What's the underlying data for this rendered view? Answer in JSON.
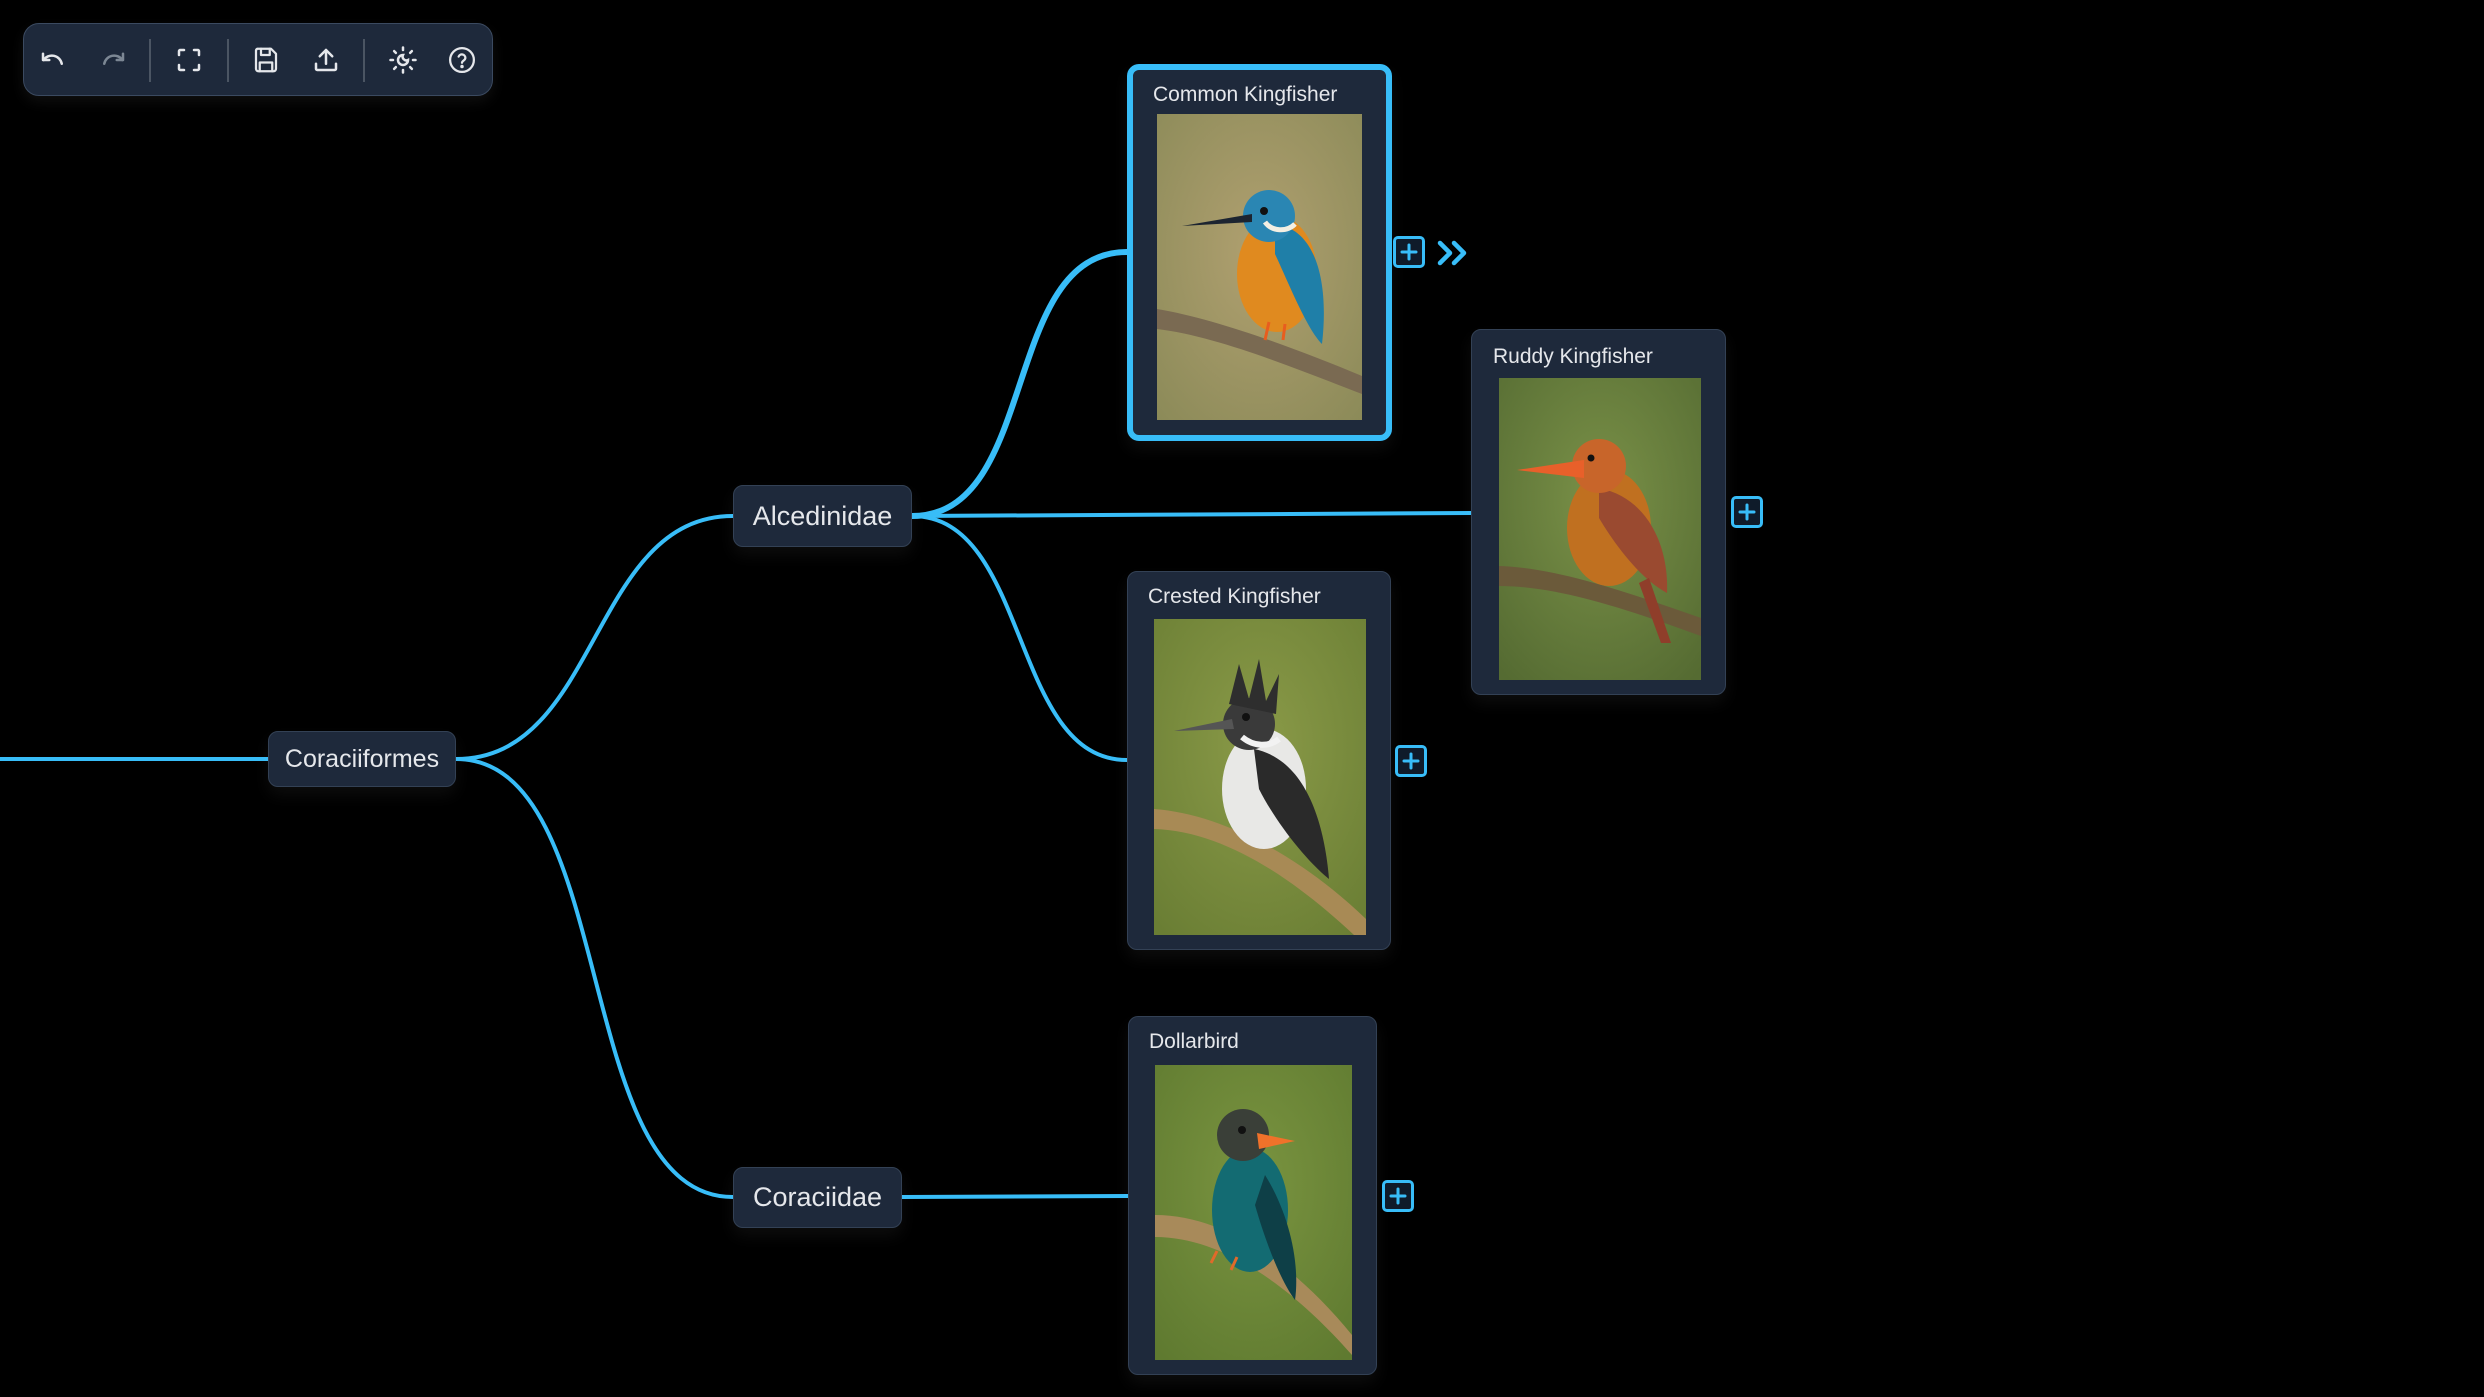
{
  "toolbar": {
    "buttons": [
      {
        "id": "undo",
        "icon": "undo-icon",
        "label": "Undo",
        "enabled": true
      },
      {
        "id": "redo",
        "icon": "redo-icon",
        "label": "Redo",
        "enabled": false
      },
      {
        "id": "fit",
        "icon": "fullscreen-icon",
        "label": "Fit to screen",
        "enabled": true
      },
      {
        "id": "save",
        "icon": "save-icon",
        "label": "Save",
        "enabled": true
      },
      {
        "id": "export",
        "icon": "upload-icon",
        "label": "Export",
        "enabled": true
      },
      {
        "id": "theme",
        "icon": "sun-moon-icon",
        "label": "Toggle theme",
        "enabled": true
      },
      {
        "id": "help",
        "icon": "help-icon",
        "label": "Help",
        "enabled": true
      }
    ]
  },
  "colors": {
    "background": "#000000",
    "node_bg": "#1e293b",
    "edge": "#38bdf8",
    "selected_border": "#38bdf8",
    "text": "#e5e7eb"
  },
  "mindmap": {
    "root": {
      "label": "Coraciiformes"
    },
    "families": [
      {
        "label": "Alcedinidae"
      },
      {
        "label": "Coraciidae"
      }
    ],
    "species": [
      {
        "label": "Common Kingfisher",
        "parent": "Alcedinidae",
        "selected": true,
        "has_collapsed_children": true,
        "add_child_icon": "plus-square-icon",
        "expand_icon": "chevrons-right-icon"
      },
      {
        "label": "Ruddy Kingfisher",
        "parent": "Alcedinidae",
        "selected": false,
        "add_child_icon": "plus-square-icon"
      },
      {
        "label": "Crested Kingfisher",
        "parent": "Alcedinidae",
        "selected": false,
        "add_child_icon": "plus-square-icon"
      },
      {
        "label": "Dollarbird",
        "parent": "Coraciidae",
        "selected": false,
        "add_child_icon": "plus-square-icon"
      }
    ]
  }
}
